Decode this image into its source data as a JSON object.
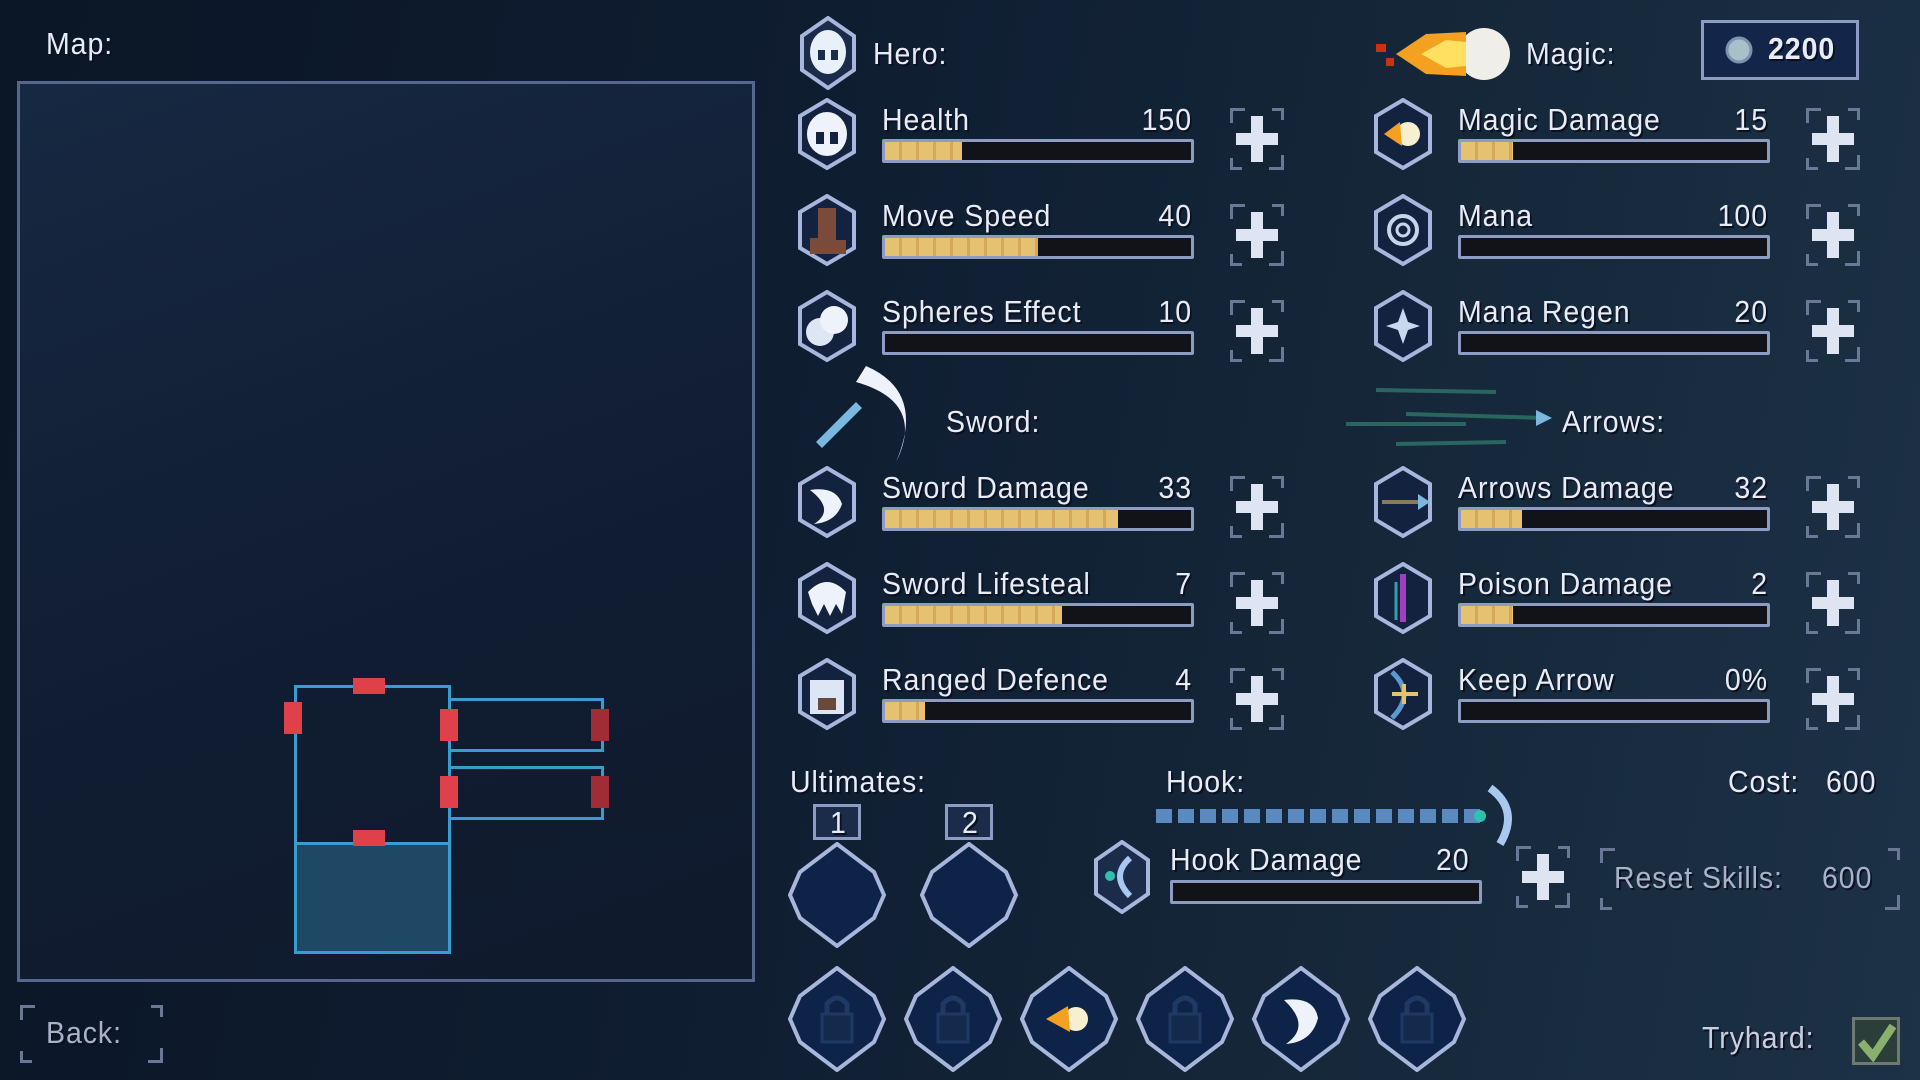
{
  "map": {
    "title": "Map:"
  },
  "back_label": "Back:",
  "hero": {
    "title": "Hero:"
  },
  "magic": {
    "title": "Magic:"
  },
  "currency": {
    "amount": "2200",
    "icon": "coin-icon"
  },
  "sword": {
    "title": "Sword:"
  },
  "arrows": {
    "title": "Arrows:"
  },
  "stats": [
    {
      "id": "health",
      "label": "Health",
      "value": "150",
      "fill": 0.25,
      "icon": "skull-icon",
      "col": 0,
      "row": 0
    },
    {
      "id": "move-speed",
      "label": "Move Speed",
      "value": "40",
      "fill": 0.5,
      "icon": "boot-icon",
      "col": 0,
      "row": 1
    },
    {
      "id": "spheres-effect",
      "label": "Spheres Effect",
      "value": "10",
      "fill": 0,
      "icon": "spheres-icon",
      "col": 0,
      "row": 2
    },
    {
      "id": "sword-damage",
      "label": "Sword Damage",
      "value": "33",
      "fill": 0.76,
      "icon": "sword-slash-icon",
      "col": 0,
      "row": 3
    },
    {
      "id": "sword-lifesteal",
      "label": "Sword Lifesteal",
      "value": "7",
      "fill": 0.58,
      "icon": "fangs-icon",
      "col": 0,
      "row": 4
    },
    {
      "id": "ranged-defence",
      "label": "Ranged Defence",
      "value": "4",
      "fill": 0.13,
      "icon": "armor-icon",
      "col": 0,
      "row": 5
    },
    {
      "id": "magic-damage",
      "label": "Magic Damage",
      "value": "15",
      "fill": 0.17,
      "icon": "fireball-icon",
      "col": 1,
      "row": 0
    },
    {
      "id": "mana",
      "label": "Mana",
      "value": "100",
      "fill": 0,
      "icon": "spiral-icon",
      "col": 1,
      "row": 1
    },
    {
      "id": "mana-regen",
      "label": "Mana Regen",
      "value": "20",
      "fill": 0,
      "icon": "sparkle-icon",
      "col": 1,
      "row": 2
    },
    {
      "id": "arrows-damage",
      "label": "Arrows Damage",
      "value": "32",
      "fill": 0.2,
      "icon": "arrow-icon",
      "col": 1,
      "row": 3
    },
    {
      "id": "poison-damage",
      "label": "Poison Damage",
      "value": "2",
      "fill": 0.17,
      "icon": "poison-arrow-icon",
      "col": 1,
      "row": 4
    },
    {
      "id": "keep-arrow",
      "label": "Keep Arrow",
      "value": "0%",
      "fill": 0,
      "icon": "bow-icon",
      "col": 1,
      "row": 5
    }
  ],
  "ultimates": {
    "title": "Ultimates:",
    "slots": [
      "1",
      "2"
    ]
  },
  "hook": {
    "title": "Hook:",
    "stat": {
      "label": "Hook Damage",
      "value": "20",
      "fill": 0
    }
  },
  "cost": {
    "label": "Cost:",
    "value": "600"
  },
  "reset": {
    "label": "Reset Skills:",
    "value": "600"
  },
  "skill_slots": [
    "locked",
    "locked",
    "fireball",
    "locked",
    "sword-slash",
    "locked"
  ],
  "tryhard": {
    "label": "Tryhard:",
    "checked": true
  },
  "colors": {
    "bar_fill": "#e6c172",
    "bar_border": "#8e9cc4",
    "door": "#e0404a",
    "room": "#3a9ccc"
  }
}
